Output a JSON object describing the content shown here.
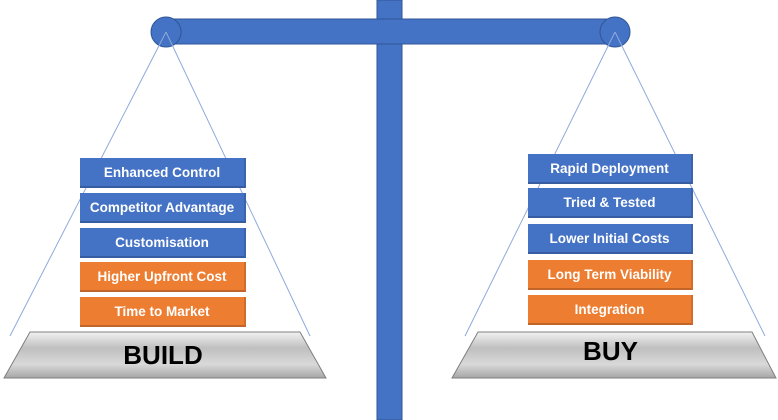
{
  "colors": {
    "beam": "#4472c4",
    "pro": "#4472c4",
    "con": "#ed7d31",
    "pan": "#c9c9c9"
  },
  "build": {
    "label": "BUILD",
    "items": [
      {
        "text": "Enhanced Control",
        "kind": "pro"
      },
      {
        "text": "Competitor Advantage",
        "kind": "pro"
      },
      {
        "text": "Customisation",
        "kind": "pro"
      },
      {
        "text": "Higher Upfront Cost",
        "kind": "con"
      },
      {
        "text": "Time to Market",
        "kind": "con"
      }
    ]
  },
  "buy": {
    "label": "BUY",
    "items": [
      {
        "text": "Rapid Deployment",
        "kind": "pro"
      },
      {
        "text": "Tried & Tested",
        "kind": "pro"
      },
      {
        "text": "Lower Initial Costs",
        "kind": "pro"
      },
      {
        "text": "Long Term Viability",
        "kind": "con"
      },
      {
        "text": "Integration",
        "kind": "con"
      }
    ]
  }
}
